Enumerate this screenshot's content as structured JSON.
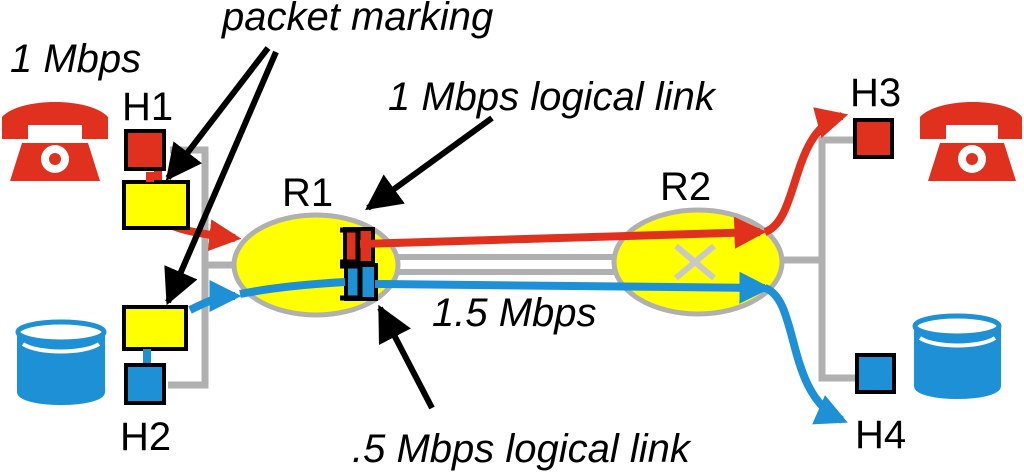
{
  "labels": {
    "packet_marking": "packet marking",
    "rate_1mbps": "1 Mbps",
    "logical_link_1mbps": "1 Mbps logical link",
    "rate_1_5mbps": "1.5 Mbps",
    "logical_link_05mbps": ".5 Mbps logical link"
  },
  "nodes": {
    "h1": "H1",
    "h2": "H2",
    "h3": "H3",
    "h4": "H4",
    "r1": "R1",
    "r2": "R2"
  },
  "colors": {
    "red_flow": "#e0301e",
    "blue_flow": "#1e90d6",
    "router_fill": "#ffff00",
    "link_gray": "#b0b0b0",
    "marker_fill": "#ffff00"
  },
  "icons": [
    "telephone-icon",
    "database-icon"
  ]
}
